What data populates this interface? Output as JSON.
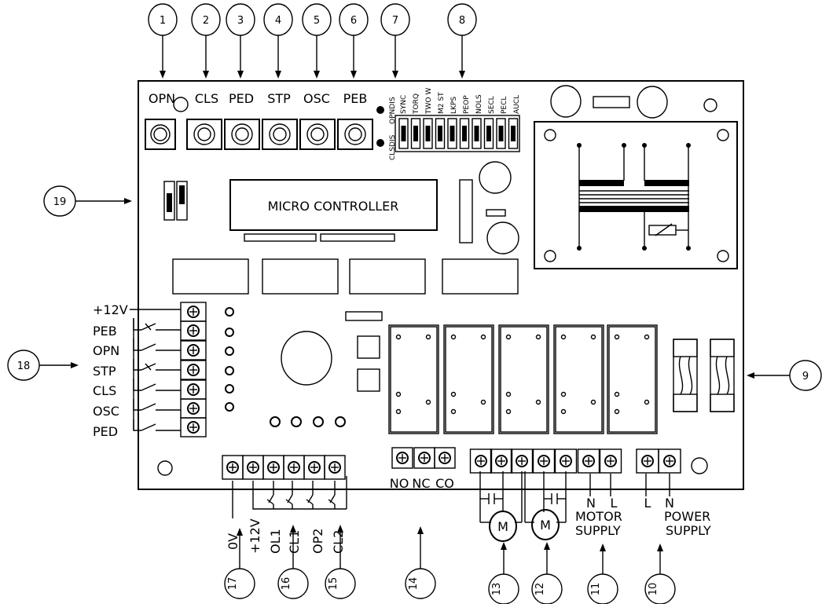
{
  "callouts": [
    "1",
    "2",
    "3",
    "4",
    "5",
    "6",
    "7",
    "8",
    "9",
    "10",
    "11",
    "12",
    "13",
    "14",
    "15",
    "16",
    "17",
    "18",
    "19"
  ],
  "buttons": [
    "OPN",
    "CLS",
    "PED",
    "STP",
    "OSC",
    "PEB"
  ],
  "led_labels": [
    "CLSDIS",
    "OPNDIS"
  ],
  "dip_labels": [
    "SYNC",
    "TORQ",
    "TWO W",
    "M2 ST",
    "LKPS",
    "PEOP",
    "NOLS",
    "SECL",
    "PECL",
    "AUCL"
  ],
  "micro_controller": "MICRO CONTROLLER",
  "left_terminals": [
    "+12V",
    "PEB",
    "OPN",
    "STP",
    "CLS",
    "OSC",
    "PED"
  ],
  "bottom_left_terminals": [
    "0V",
    "+12V",
    "OL1",
    "CL1",
    "OP2",
    "CL2"
  ],
  "relay_contacts": [
    "NO",
    "NC",
    "CO"
  ],
  "motor": {
    "symbol": "M",
    "supply_terms": [
      "N",
      "L"
    ],
    "supply_label_1": "MOTOR",
    "supply_label_2": "SUPPLY"
  },
  "power": {
    "terms": [
      "L",
      "N"
    ],
    "label_1": "POWER",
    "label_2": "SUPPLY"
  }
}
